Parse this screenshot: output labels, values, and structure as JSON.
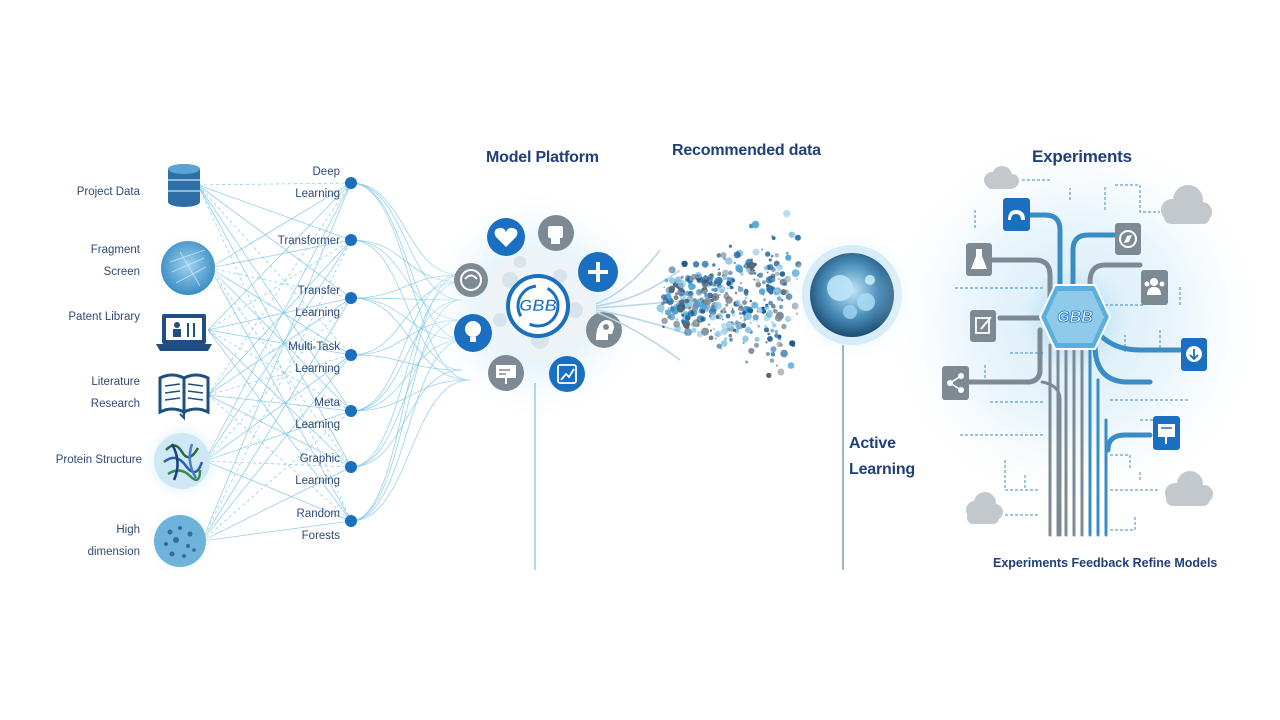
{
  "sources": [
    {
      "label": "Project Data",
      "icon": "database-icon"
    },
    {
      "label": "Fragment\nScreen",
      "icon": "fragment-screen-icon"
    },
    {
      "label": "Patent Library",
      "icon": "patent-laptop-icon"
    },
    {
      "label": "Literature\nResearch",
      "icon": "book-icon"
    },
    {
      "label": "Protein Structure",
      "icon": "protein-structure-icon"
    },
    {
      "label": "High\ndimension",
      "icon": "high-dimension-icon"
    }
  ],
  "models": [
    {
      "label": "Deep\nLearning"
    },
    {
      "label": "Transformer"
    },
    {
      "label": "Transfer\nLearning"
    },
    {
      "label": "Multi-Task\nLearning"
    },
    {
      "label": "Meta\nLearning"
    },
    {
      "label": "Graphic\nLearning"
    },
    {
      "label": "Random\nForests"
    }
  ],
  "model_platform": {
    "title": "Model Platform",
    "logo": "GBB",
    "tools": [
      "heart-icon",
      "fist-icon",
      "plus-icon",
      "brain-head-icon",
      "light-bulb-icon",
      "presentation-icon",
      "trend-chart-icon",
      "mind-icon"
    ]
  },
  "recommended": {
    "title": "Recommended data",
    "icon": "cell-microscopy-icon"
  },
  "active_learning": {
    "label": "Active\nLearning"
  },
  "experiments": {
    "title": "Experiments",
    "logo": "GBB",
    "footer": "Experiments Feedback Refine Models",
    "tools": [
      "cloud-lab-icon",
      "flask-icon",
      "compass-icon",
      "users-icon",
      "edit-icon",
      "download-icon",
      "share-icon",
      "board-icon"
    ]
  },
  "colors": {
    "accent": "#1a6fc0",
    "text": "#2f4a78",
    "heading": "#1f3f78",
    "light": "#5ab0dd",
    "gray": "#7d8a93"
  }
}
